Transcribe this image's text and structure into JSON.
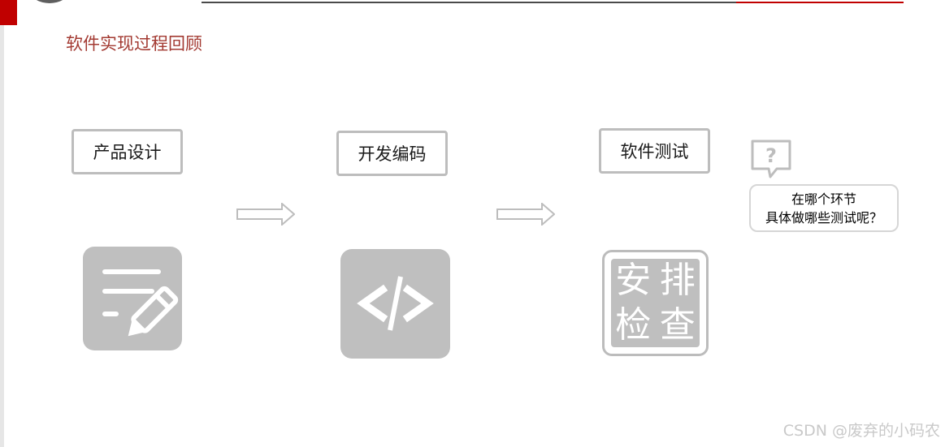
{
  "slide": {
    "title": "软件实现过程回顾"
  },
  "steps": [
    {
      "label": "产品设计",
      "icon": "document-pencil-icon"
    },
    {
      "label": "开发编码",
      "icon": "code-brackets-icon"
    },
    {
      "label": "软件测试",
      "icon": "stamp-icon",
      "stamp_chars": [
        "安",
        "排",
        "检",
        "查"
      ]
    }
  ],
  "question": {
    "icon": "question-speech-icon",
    "line1": "在哪个环节",
    "line2": "具体做哪些测试呢？"
  },
  "watermark": "CSDN @废弃的小码农",
  "colors": {
    "accent_red": "#c00000",
    "title_red": "#a33a32",
    "icon_gray": "#bfbfbf",
    "border_gray": "#bdbdbd"
  }
}
